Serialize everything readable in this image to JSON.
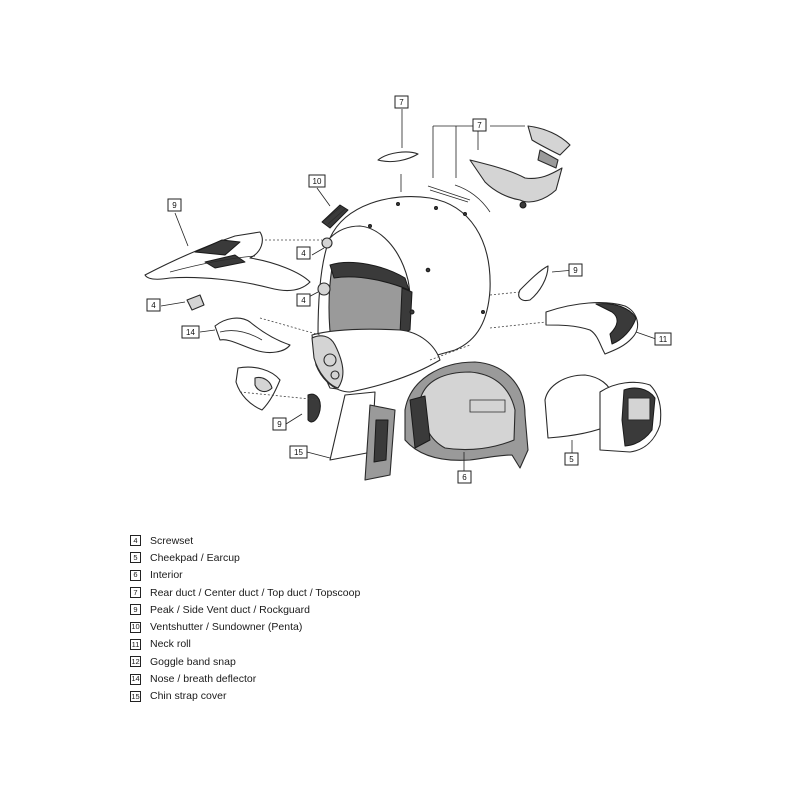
{
  "callouts": {
    "c7a": "7",
    "c7b": "7",
    "c10": "10",
    "c9a": "9",
    "c4a": "4",
    "c4b": "4",
    "c4c": "4",
    "c9b": "9",
    "c11": "11",
    "c14": "14",
    "c9c": "9",
    "c15": "15",
    "c6": "6",
    "c5": "5"
  },
  "legend": [
    {
      "num": "4",
      "label": "Screwset"
    },
    {
      "num": "5",
      "label": "Cheekpad / Earcup"
    },
    {
      "num": "6",
      "label": "Interior"
    },
    {
      "num": "7",
      "label": "Rear duct / Center duct / Top duct / Topscoop"
    },
    {
      "num": "9",
      "label": "Peak / Side Vent duct / Rockguard"
    },
    {
      "num": "10",
      "label": "Ventshutter / Sundowner (Penta)"
    },
    {
      "num": "11",
      "label": "Neck roll"
    },
    {
      "num": "12",
      "label": "Goggle band snap"
    },
    {
      "num": "14",
      "label": "Nose / breath deflector"
    },
    {
      "num": "15",
      "label": "Chin strap cover"
    }
  ]
}
